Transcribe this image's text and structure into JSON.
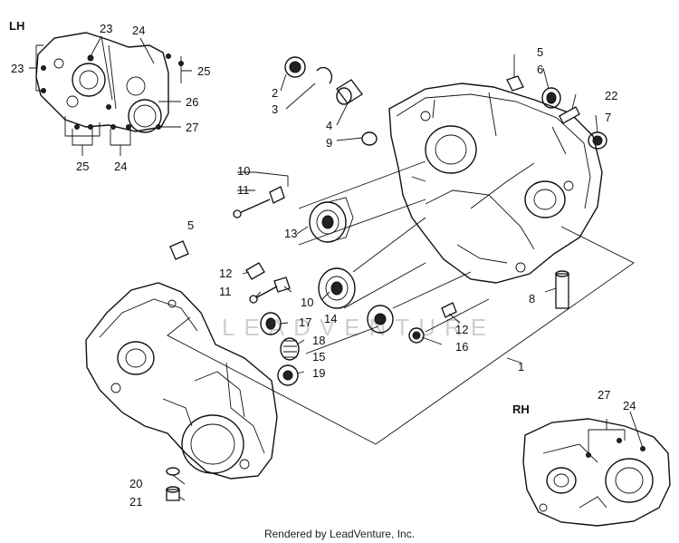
{
  "panels": {
    "lh": "LH",
    "rh": "RH"
  },
  "watermark": "LEADVENTURE",
  "footer": "Rendered by LeadVenture, Inc.",
  "callouts": {
    "c1": "1",
    "c2": "2",
    "c3": "3",
    "c4": "4",
    "c5a": "5",
    "c5b": "5",
    "c6": "6",
    "c7": "7",
    "c8": "8",
    "c9": "9",
    "c10a": "10",
    "c10b": "10",
    "c11a": "11",
    "c11b": "11",
    "c12a": "12",
    "c12b": "12",
    "c13": "13",
    "c14": "14",
    "c15": "15",
    "c16": "16",
    "c17": "17",
    "c18": "18",
    "c19": "19",
    "c20": "20",
    "c21": "21",
    "c22": "22",
    "c23a": "23",
    "c23b": "23",
    "c24a": "24",
    "c24b": "24",
    "c24c": "24",
    "c25a": "25",
    "c25b": "25",
    "c26": "26",
    "c27a": "27",
    "c27b": "27"
  }
}
